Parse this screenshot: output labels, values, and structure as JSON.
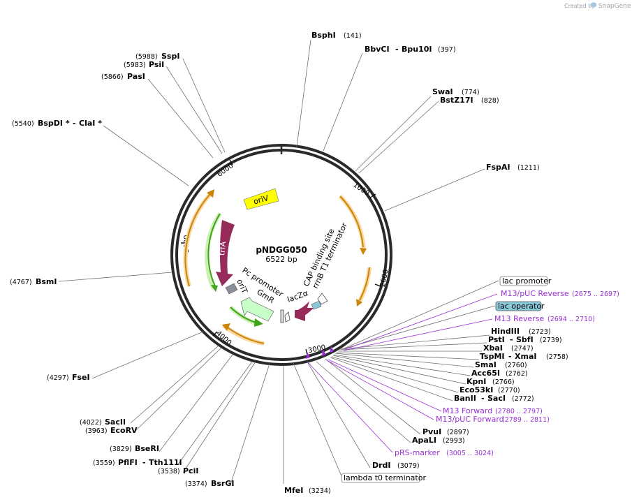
{
  "credit": {
    "prefix": "Created by",
    "brand": "SnapGene"
  },
  "plasmid": {
    "name": "pNDGG050",
    "length_label": "6522 bp"
  },
  "ticks": [
    "1000",
    "2000",
    "3000",
    "4000",
    "5000",
    "6000"
  ],
  "enzymes": {
    "bsphi": {
      "name": "BsphI",
      "pos": "(141)"
    },
    "bbvci": {
      "name": "BbvCI",
      "sep": "-",
      "name2": "Bpu10I",
      "pos": "(397)"
    },
    "swai": {
      "name": "SwaI",
      "pos": "(774)"
    },
    "bstz17i": {
      "name": "BstZ17I",
      "pos": "(828)"
    },
    "fspai": {
      "name": "FspAI",
      "pos": "(1211)"
    },
    "hindiii": {
      "name": "HindIII",
      "pos": "(2723)"
    },
    "psti": {
      "name": "PstI",
      "sep": "-",
      "name2": "SbfI",
      "pos": "(2739)"
    },
    "xbai": {
      "name": "XbaI",
      "pos": "(2747)"
    },
    "tspmi": {
      "name": "TspMI",
      "sep": "-",
      "name2": "XmaI",
      "pos": "(2758)"
    },
    "smai": {
      "name": "SmaI",
      "pos": "(2760)"
    },
    "acc65i": {
      "name": "Acc65I",
      "pos": "(2762)"
    },
    "kpni": {
      "name": "KpnI",
      "pos": "(2766)"
    },
    "eco53ki": {
      "name": "Eco53kI",
      "pos": "(2770)"
    },
    "banii": {
      "name": "BanII",
      "sep": "-",
      "name2": "SacI",
      "pos": "(2772)"
    },
    "pvui": {
      "name": "PvuI",
      "pos": "(2897)"
    },
    "apali": {
      "name": "ApaLI",
      "pos": "(2993)"
    },
    "drdi": {
      "name": "DrdI",
      "pos": "(3079)"
    },
    "mfei": {
      "name": "MfeI",
      "pos": "(3234)"
    },
    "bsrgi": {
      "name": "BsrGI",
      "pos": "(3374)"
    },
    "pcii": {
      "name": "PciI",
      "pos": "(3538)"
    },
    "pflfi": {
      "name": "PflFI",
      "sep": "-",
      "name2": "Tth111I",
      "pos": "(3559)"
    },
    "bseri": {
      "name": "BseRI",
      "pos": "(3829)"
    },
    "ecorv": {
      "name": "EcoRV",
      "pos": "(3963)"
    },
    "sacii": {
      "name": "SacII",
      "pos": "(4022)"
    },
    "fsei": {
      "name": "FseI",
      "pos": "(4297)"
    },
    "bsmi": {
      "name": "BsmI",
      "pos": "(4767)"
    },
    "bspdi": {
      "name": "BspDI *",
      "sep": "-",
      "name2": "ClaI *",
      "pos": "(5540)"
    },
    "pasi": {
      "name": "PasI",
      "pos": "(5866)"
    },
    "psii": {
      "name": "PsiI",
      "pos": "(5983)"
    },
    "sspi": {
      "name": "SspI",
      "pos": "(5988)"
    }
  },
  "primers": {
    "m13puc_rev": {
      "name": "M13/pUC Reverse",
      "pos": "(2675 .. 2697)"
    },
    "m13_rev": {
      "name": "M13 Reverse",
      "pos": "(2694 .. 2710)"
    },
    "m13_fwd": {
      "name": "M13 Forward",
      "pos": "(2780 .. 2797)"
    },
    "m13puc_fwd": {
      "name": "M13/pUC Forward",
      "pos": "(2789 .. 2811)"
    },
    "prs_marker": {
      "name": "pRS-marker",
      "pos": "(3005 .. 3024)"
    }
  },
  "outer_features": {
    "lac_promoter": "lac promoter",
    "lac_operator": "lac operator",
    "lambda_t0": "lambda t0 terminator"
  },
  "features": {
    "oriv": "oriV",
    "trfa": "trfA",
    "gmr": "GmR",
    "ort": "oriT",
    "pc_promoter": "Pc promoter",
    "lacza": "lacZα",
    "cap": "CAP binding site",
    "rrnb": "rrnB T1 terminator"
  },
  "colors": {
    "backbone": "#2a2a2a",
    "orf_arrow": "#c8860a",
    "orf_glow": "#fbd8a0",
    "green_arrow": "#3fa21a",
    "green_glow": "#c9f0b0",
    "trfa": "#962b5a",
    "oriv": "#ffff00",
    "gmr": "#c8ffc8",
    "primer": "#9a2fd6",
    "lac_operator": "#88c8d8"
  }
}
